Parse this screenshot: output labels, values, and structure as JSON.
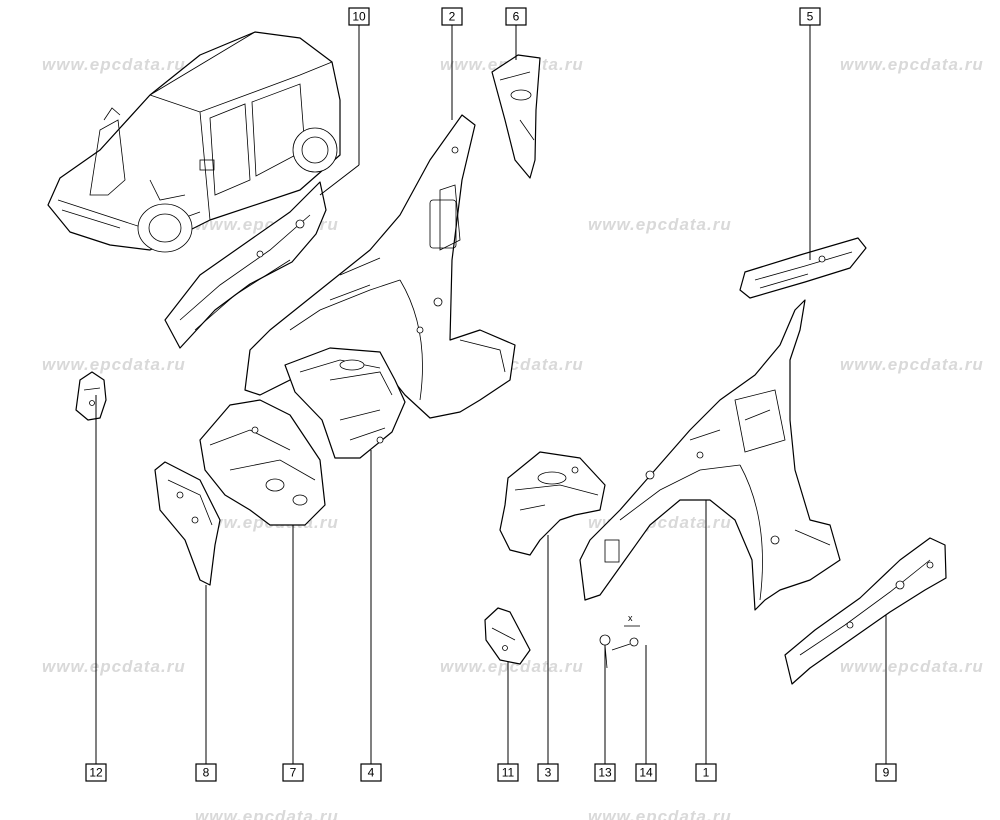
{
  "watermark": {
    "text": "www.epcdata.ru"
  },
  "callouts": [
    {
      "id": "c10",
      "label": "10"
    },
    {
      "id": "c2",
      "label": "2"
    },
    {
      "id": "c6",
      "label": "6"
    },
    {
      "id": "c5",
      "label": "5"
    },
    {
      "id": "c12",
      "label": "12"
    },
    {
      "id": "c8",
      "label": "8"
    },
    {
      "id": "c7",
      "label": "7"
    },
    {
      "id": "c4",
      "label": "4"
    },
    {
      "id": "c11",
      "label": "11"
    },
    {
      "id": "c3",
      "label": "3"
    },
    {
      "id": "c13",
      "label": "13"
    },
    {
      "id": "c14",
      "label": "14"
    },
    {
      "id": "c1",
      "label": "1"
    },
    {
      "id": "c9",
      "label": "9"
    }
  ],
  "annotation_x": "x"
}
